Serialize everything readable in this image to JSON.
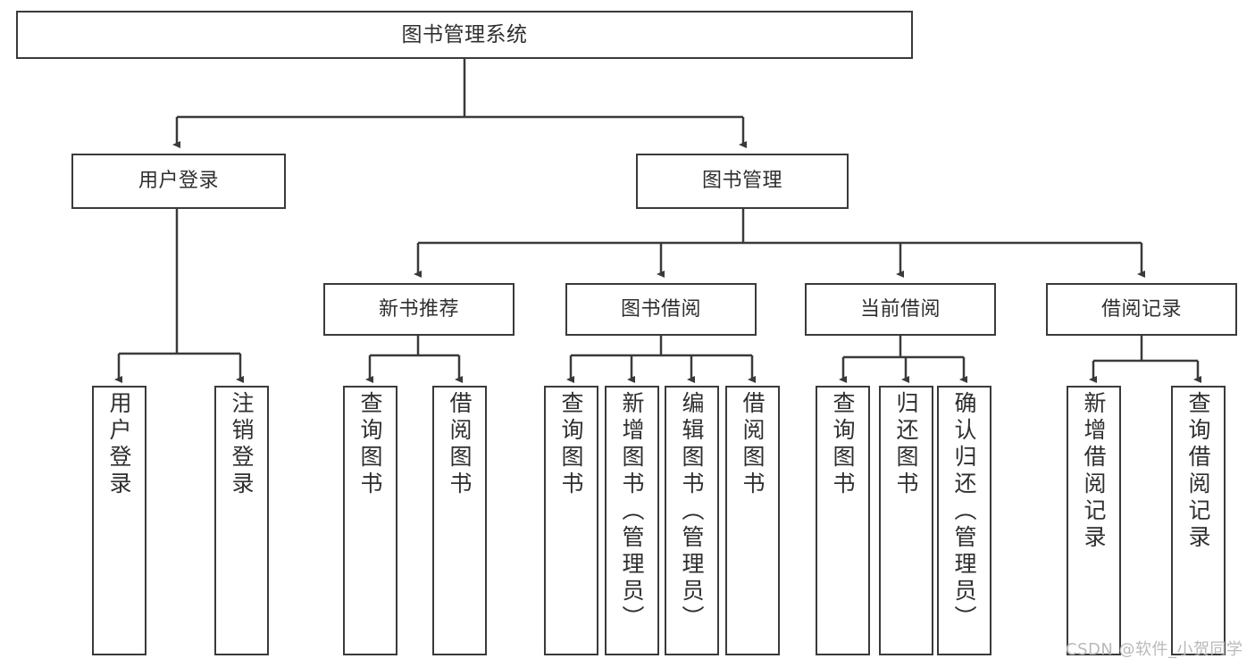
{
  "diagram": {
    "title": "图书管理系统",
    "levels": {
      "root": {
        "label": "图书管理系统"
      },
      "level2": [
        {
          "label": "用户登录"
        },
        {
          "label": "图书管理"
        }
      ],
      "level3": [
        {
          "label": "新书推荐"
        },
        {
          "label": "图书借阅"
        },
        {
          "label": "当前借阅"
        },
        {
          "label": "借阅记录"
        }
      ],
      "leaves": [
        {
          "label": "用户登录"
        },
        {
          "label": "注销登录"
        },
        {
          "label": "查询图书"
        },
        {
          "label": "借阅图书"
        },
        {
          "label": "查询图书"
        },
        {
          "label": "新增图书（管理员）"
        },
        {
          "label": "编辑图书（管理员）"
        },
        {
          "label": "借阅图书"
        },
        {
          "label": "查询图书"
        },
        {
          "label": "归还图书"
        },
        {
          "label": "确认归还（管理员）"
        },
        {
          "label": "新增借阅记录"
        },
        {
          "label": "查询借阅记录"
        }
      ]
    },
    "colors": {
      "box_border": "#3a3a3a",
      "box_fill": "#ffffff",
      "text": "#2f2f2f",
      "edge": "#3a3a3a",
      "watermark": "#b9b9b9"
    }
  },
  "watermark": {
    "text": "CSDN @软件_小贺同学"
  }
}
